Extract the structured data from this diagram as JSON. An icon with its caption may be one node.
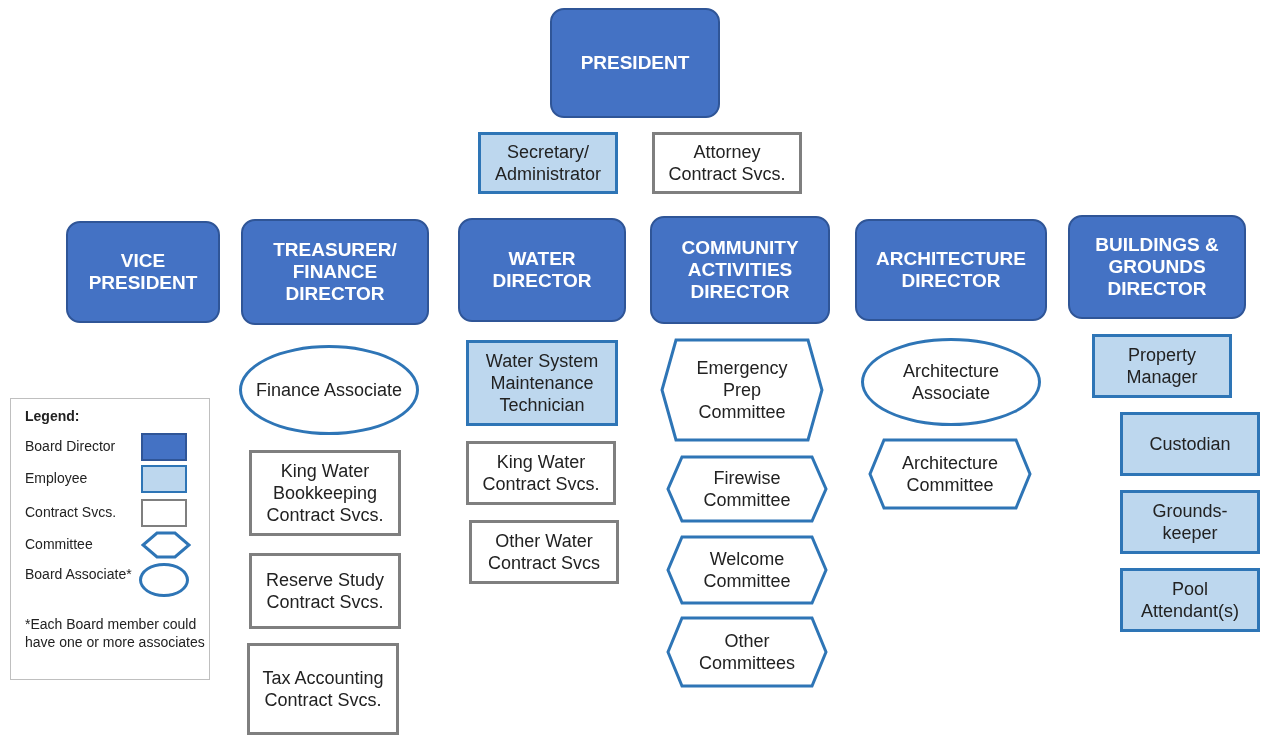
{
  "diagram": {
    "nodes": [
      {
        "text": [
          "PRESIDENT"
        ]
      },
      {
        "text": [
          "Secretary/ Administrator"
        ]
      },
      {
        "text": [
          "Attorney Contract Svcs."
        ]
      },
      {
        "text": [
          "VICE PRESIDENT"
        ]
      },
      {
        "text": [
          "TREASURER/ FINANCE DIRECTOR"
        ]
      },
      {
        "text": [
          "WATER DIRECTOR"
        ]
      },
      {
        "text": [
          "COMMUNITY ACTIVITIES DIRECTOR"
        ]
      },
      {
        "text": [
          "ARCHITECTURE DIRECTOR"
        ]
      },
      {
        "text": [
          "BUILDINGS & GROUNDS DIRECTOR"
        ]
      },
      {
        "text": [
          "Finance Associate"
        ]
      },
      {
        "text": [
          "King Water Bookkeeping Contract Svcs."
        ]
      },
      {
        "text": [
          "Reserve Study Contract Svcs."
        ]
      },
      {
        "text": [
          "Tax Accounting Contract Svcs."
        ]
      },
      {
        "text": [
          "Water System Maintenance Technician"
        ]
      },
      {
        "text": [
          "King Water Contract Svcs."
        ]
      },
      {
        "text": [
          "Other Water Contract Svcs"
        ]
      },
      {
        "text": [
          "Emergency Prep Committee"
        ]
      },
      {
        "text": [
          "Firewise Committee"
        ]
      },
      {
        "text": [
          "Welcome Committee"
        ]
      },
      {
        "text": [
          "Other Committees"
        ]
      },
      {
        "text": [
          "Architecture Associate"
        ]
      },
      {
        "text": [
          "Architecture Committee"
        ]
      },
      {
        "text": [
          "Property Manager"
        ]
      },
      {
        "text": [
          "Custodian"
        ]
      },
      {
        "text": [
          "Grounds- keeper"
        ]
      },
      {
        "text": [
          "Pool Attendant(s)"
        ]
      }
    ],
    "edges": [],
    "labels": [
      "Legend:",
      "*Each Board member could have one or more associates"
    ],
    "legend": [
      {
        "text": "Board Director",
        "color": "#4472c4"
      },
      {
        "text": "Employee",
        "color": "#bdd7ee"
      },
      {
        "text": "Contract Svcs."
      },
      {
        "text": "Committee"
      },
      {
        "text": "Board Associate*"
      }
    ]
  }
}
